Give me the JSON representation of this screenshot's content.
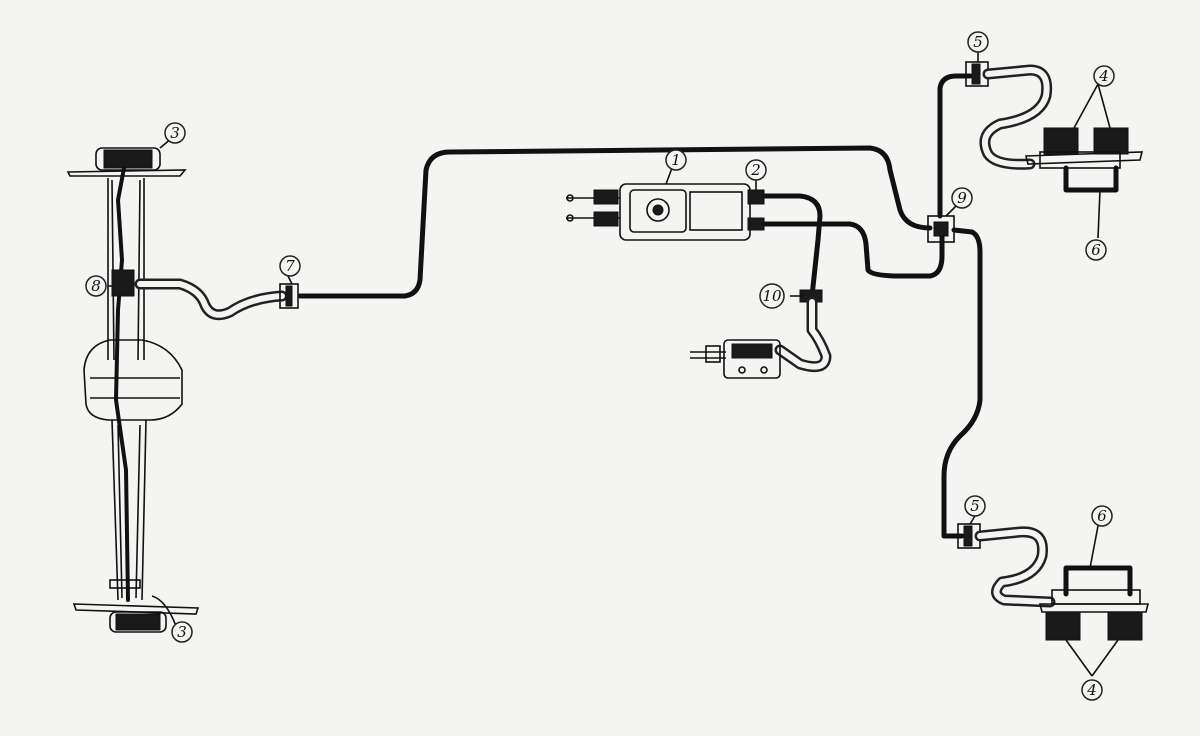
{
  "diagram": {
    "callouts": {
      "c1": "1",
      "c2": "2",
      "c3": "3",
      "c4a": "4",
      "c4b": "4",
      "c5a": "5",
      "c5b": "5",
      "c6a": "6",
      "c6b": "6",
      "c7": "7",
      "c8": "8",
      "c9": "9",
      "c10": "10",
      "c3b": "3"
    }
  }
}
